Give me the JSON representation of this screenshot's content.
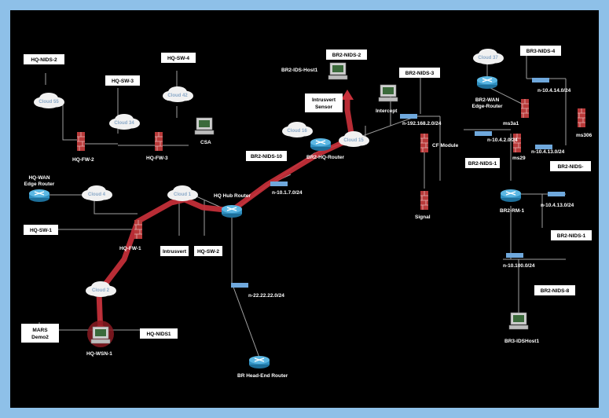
{
  "diagram": {
    "boxes": {
      "hq_nids_2": "HQ-NIDS-2",
      "hq_sw_4": "HQ-SW-4",
      "hq_sw_3": "HQ-SW-3",
      "hq_sw_1": "HQ-SW-1",
      "hq_sw_2": "HQ-SW-2",
      "intrusvert_hq": "Intrusvert",
      "br2_nids_2": "BR2-NIDS-2",
      "br2_nids_3": "BR2-NIDS-3",
      "br2_nids_10": "BR2-NIDS-10",
      "br2_nids_1a": "BR2-NIDS-1",
      "br2_nids_4": "BR3-NIDS-4",
      "br2_nids_5": "BR2-NIDS-",
      "br2_nids_1b": "BR2-NIDS-1",
      "br2_nids_6": "BR2-NIDS-8",
      "intrusvert_sensor": "Intrusvert\nSensor",
      "mars": "MARS\nDemo2",
      "hq_nids1": "HQ-NIDS1"
    },
    "clouds": {
      "c1": "Cloud 55",
      "c2": "Cloud 34",
      "c3": "Cloud 42",
      "c4": "Cloud 4",
      "c5": "Cloud 1",
      "c6": "Cloud 2",
      "c7": "Cloud 16",
      "c8": "Cloud 15",
      "c9": "Cloud 37"
    },
    "labels": {
      "hq_fw_2": "HQ-FW-2",
      "hq_fw_3": "HQ-FW-3",
      "hq_fw_1": "HQ-FW-1",
      "hq_wan": "HQ-WAN\nEdge Router",
      "csa": "CSA",
      "hq_hub": "HQ Hub Router",
      "br2_ids_host": "BR2-IDS-Host1",
      "br2_hq_router": "BR2-HQ-Router",
      "net_172": "n-10.1.7.0/24",
      "net_192": "n-192.168.2.0/24",
      "net_22": "n-22.22.22.0/24",
      "br_head": "BR Head-End Router",
      "cf_module": "CF Module",
      "signal": "Signal",
      "br2_wan": "BR2-WAN\nEdge-Router",
      "net_4_14": "n-10.4.14.0/24",
      "net_4_2": "n-10.4.2.0/24",
      "net_4_13a": "n-10.4.13.0/24",
      "net_4_13b": "n-10.4.13.0/24",
      "net_100": "n-10.100.0/24",
      "br2_rm_1": "BR2-RM-1",
      "br3_ids": "BR3-IDSHost1",
      "hq_wsn": "HQ-WSN-1",
      "ms1": "ms3a1",
      "ms2": "ms29",
      "ms3": "ms306",
      "intercept": "Intercept"
    }
  }
}
